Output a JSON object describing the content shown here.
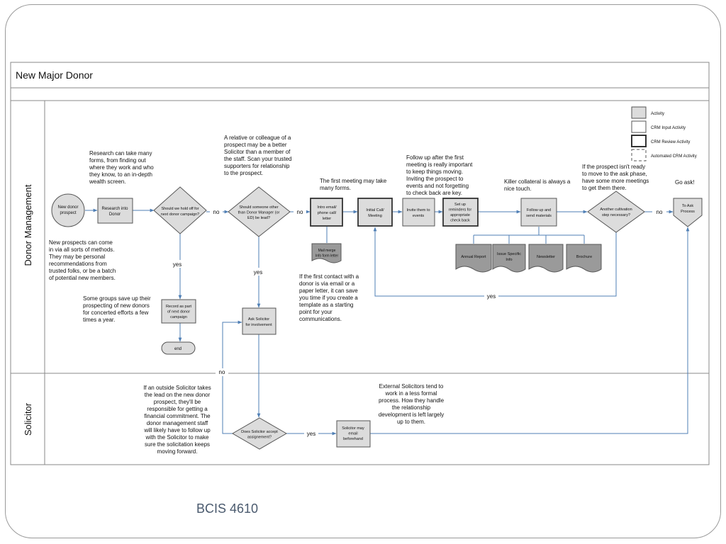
{
  "diagram": {
    "title": "New Major Donor",
    "lanes": [
      {
        "name": "Donor Management"
      },
      {
        "name": "Solicitor"
      }
    ],
    "legend": [
      {
        "label": "Activity",
        "style": "filled"
      },
      {
        "label": "CRM Input Activity",
        "style": "plain"
      },
      {
        "label": "CRM Review Activity",
        "style": "bold"
      },
      {
        "label": "Automated CRM Activity",
        "style": "dashed"
      }
    ],
    "nodes": {
      "new_donor": [
        "New donor",
        "prospect"
      ],
      "research": [
        "Research into",
        "Donor"
      ],
      "hold_off": [
        "Should we hold off for",
        "next donor campaign?"
      ],
      "someone_other": [
        "Should someone other",
        "than Donor Manager (or",
        "ED) be lead?"
      ],
      "intro_email": [
        "Intro email/",
        "phone call/",
        "letter"
      ],
      "mail_merge": [
        "Mail merge",
        "Info form letter"
      ],
      "initial_call": [
        "Initial Call/",
        "Meeting"
      ],
      "invite": [
        "Invite them to",
        "events"
      ],
      "reminders": [
        "Set up",
        "reminders for",
        "appropriate",
        "check back"
      ],
      "follow_up": [
        "Follow up and",
        "send materials"
      ],
      "another_step": [
        "Another cultivation",
        "step necessary?"
      ],
      "ask_process": [
        "To Ask",
        "Process"
      ],
      "annual_report": [
        "Annual Report"
      ],
      "issue_specific": [
        "Issue Specific",
        "Info"
      ],
      "newsletter": [
        "Newsletter"
      ],
      "brochure": [
        "Brochure"
      ],
      "record": [
        "Record as part",
        "of next donor",
        "campaign"
      ],
      "end": [
        "end"
      ],
      "ask_solicitor": [
        "Ask Solicitor",
        "for involvement"
      ],
      "accept": [
        "Does Solicitor accept",
        "assignement?"
      ],
      "solicitor_email": [
        "Solicitor may",
        "email",
        "beforehand"
      ]
    },
    "edge_labels": {
      "no": "no",
      "yes": "yes"
    },
    "annotations": {
      "research_note": [
        "Research can take many",
        "forms, from finding out",
        "where they work and who",
        "they know, to an in-depth",
        "wealth screen."
      ],
      "prospects_note": [
        "New prospects can come",
        "in via all sorts of methods.",
        "They may be personal",
        "recommendations from",
        "trusted folks, or be a batch",
        "of potential new members."
      ],
      "relative_note": [
        "A relative or colleague of a",
        "prospect may be a better",
        "Solicitor than a member of",
        "the staff. Scan your trusted",
        "supporters for relationship",
        "to the prospect."
      ],
      "groups_note": [
        "Some groups save up their",
        "prospecting of new donors",
        "for concerted efforts a few",
        "times a year."
      ],
      "first_meeting_note": [
        "The first meeting may take",
        "many forms."
      ],
      "first_contact_note": [
        "If the first contact with a",
        "donor is via email or a",
        "paper letter, it can save",
        "you time if you create a",
        "template as a starting",
        "point for your",
        "communications."
      ],
      "follow_up_note": [
        "Follow up after the first",
        "meeting is really important",
        "to keep things moving.",
        "Inviting the prospect to",
        "events and not forgetting",
        "to check back are key."
      ],
      "killer_note": [
        "Killer collateral is always a",
        "nice touch."
      ],
      "not_ready_note": [
        "If the prospect isn't ready",
        "to move to the ask phase,",
        "have some more meetings",
        "to get them there."
      ],
      "go_ask_note": [
        "Go ask!"
      ],
      "outside_solicitor_note": [
        "If an outside Solicitor takes",
        "the lead on the new donor",
        "prospect, they'll be",
        "responsible for getting a",
        "financial commitment. The",
        "donor management staff",
        "will likely have to follow up",
        "with the Solicitor to make",
        "sure the solicitation keeps",
        "moving forward."
      ],
      "external_note": [
        "External Solicitors tend to",
        "work in a less formal",
        "process. How they handle",
        "the relationship",
        "development is left largely",
        "up to them."
      ]
    }
  },
  "footer": {
    "text": "BCIS 4610"
  }
}
